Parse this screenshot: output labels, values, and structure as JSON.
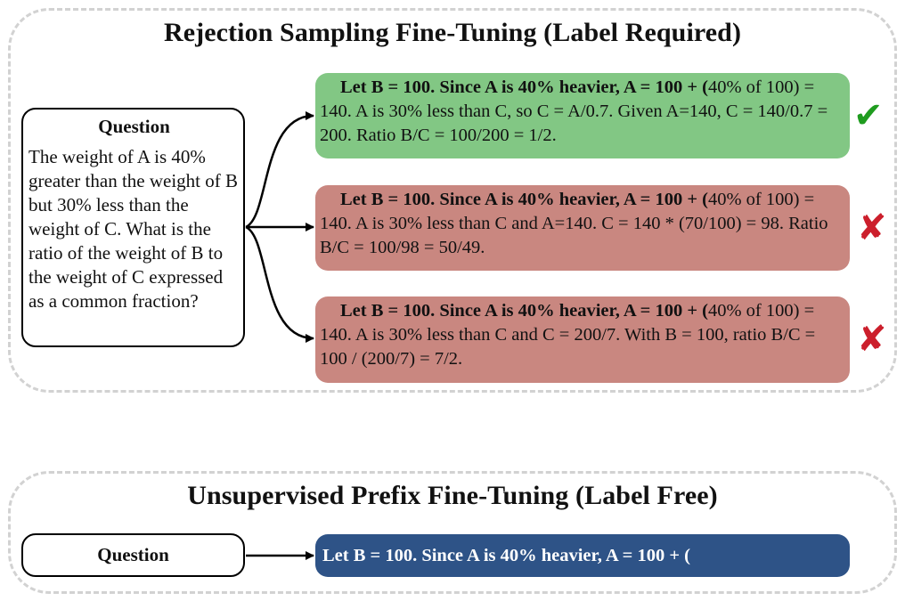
{
  "top_panel": {
    "title": "Rejection Sampling Fine-Tuning (Label Required)",
    "question": {
      "title": "Question",
      "text": "The weight of A is 40% greater than the weight of B but 30% less than the weight of C. What is the ratio of the weight of B to the weight of C expressed as a common fraction?"
    },
    "responses": [
      {
        "prefix": "Let B = 100.  Since A is 40% heavier, A = 100 + (",
        "rest": "40% of 100) = 140. A is 30% less than C, so C = A/0.7.  Given A=140, C = 140/0.7 = 200. Ratio B/C = 100/200 = 1/2.",
        "verdict": "correct",
        "mark": "✔"
      },
      {
        "prefix": "Let B = 100.  Since A is 40% heavier, A = 100 + (",
        "rest": "40% of 100) = 140. A is 30% less than C and A=140.  C = 140 * (70/100) = 98. Ratio B/C = 100/98 = 50/49.",
        "verdict": "incorrect",
        "mark": "✘"
      },
      {
        "prefix": "Let B = 100.  Since A is 40% heavier, A = 100 + (",
        "rest": "40% of 100) = 140. A is 30% less than C and C = 200/7. With B = 100, ratio B/C = 100 / (200/7) = 7/2.",
        "verdict": "incorrect",
        "mark": "✘"
      }
    ]
  },
  "bottom_panel": {
    "title": "Unsupervised Prefix Fine-Tuning (Label Free)",
    "question_label": "Question",
    "prefix": "Let B = 100.  Since A is 40% heavier, A = 100 + ("
  },
  "colors": {
    "correct_bg": "#82c784",
    "incorrect_bg": "#c98780",
    "prefix_bg": "#2e5387",
    "check": "#1f9c1f",
    "cross": "#cc1f2c",
    "panel_border": "#d2d2d2"
  }
}
